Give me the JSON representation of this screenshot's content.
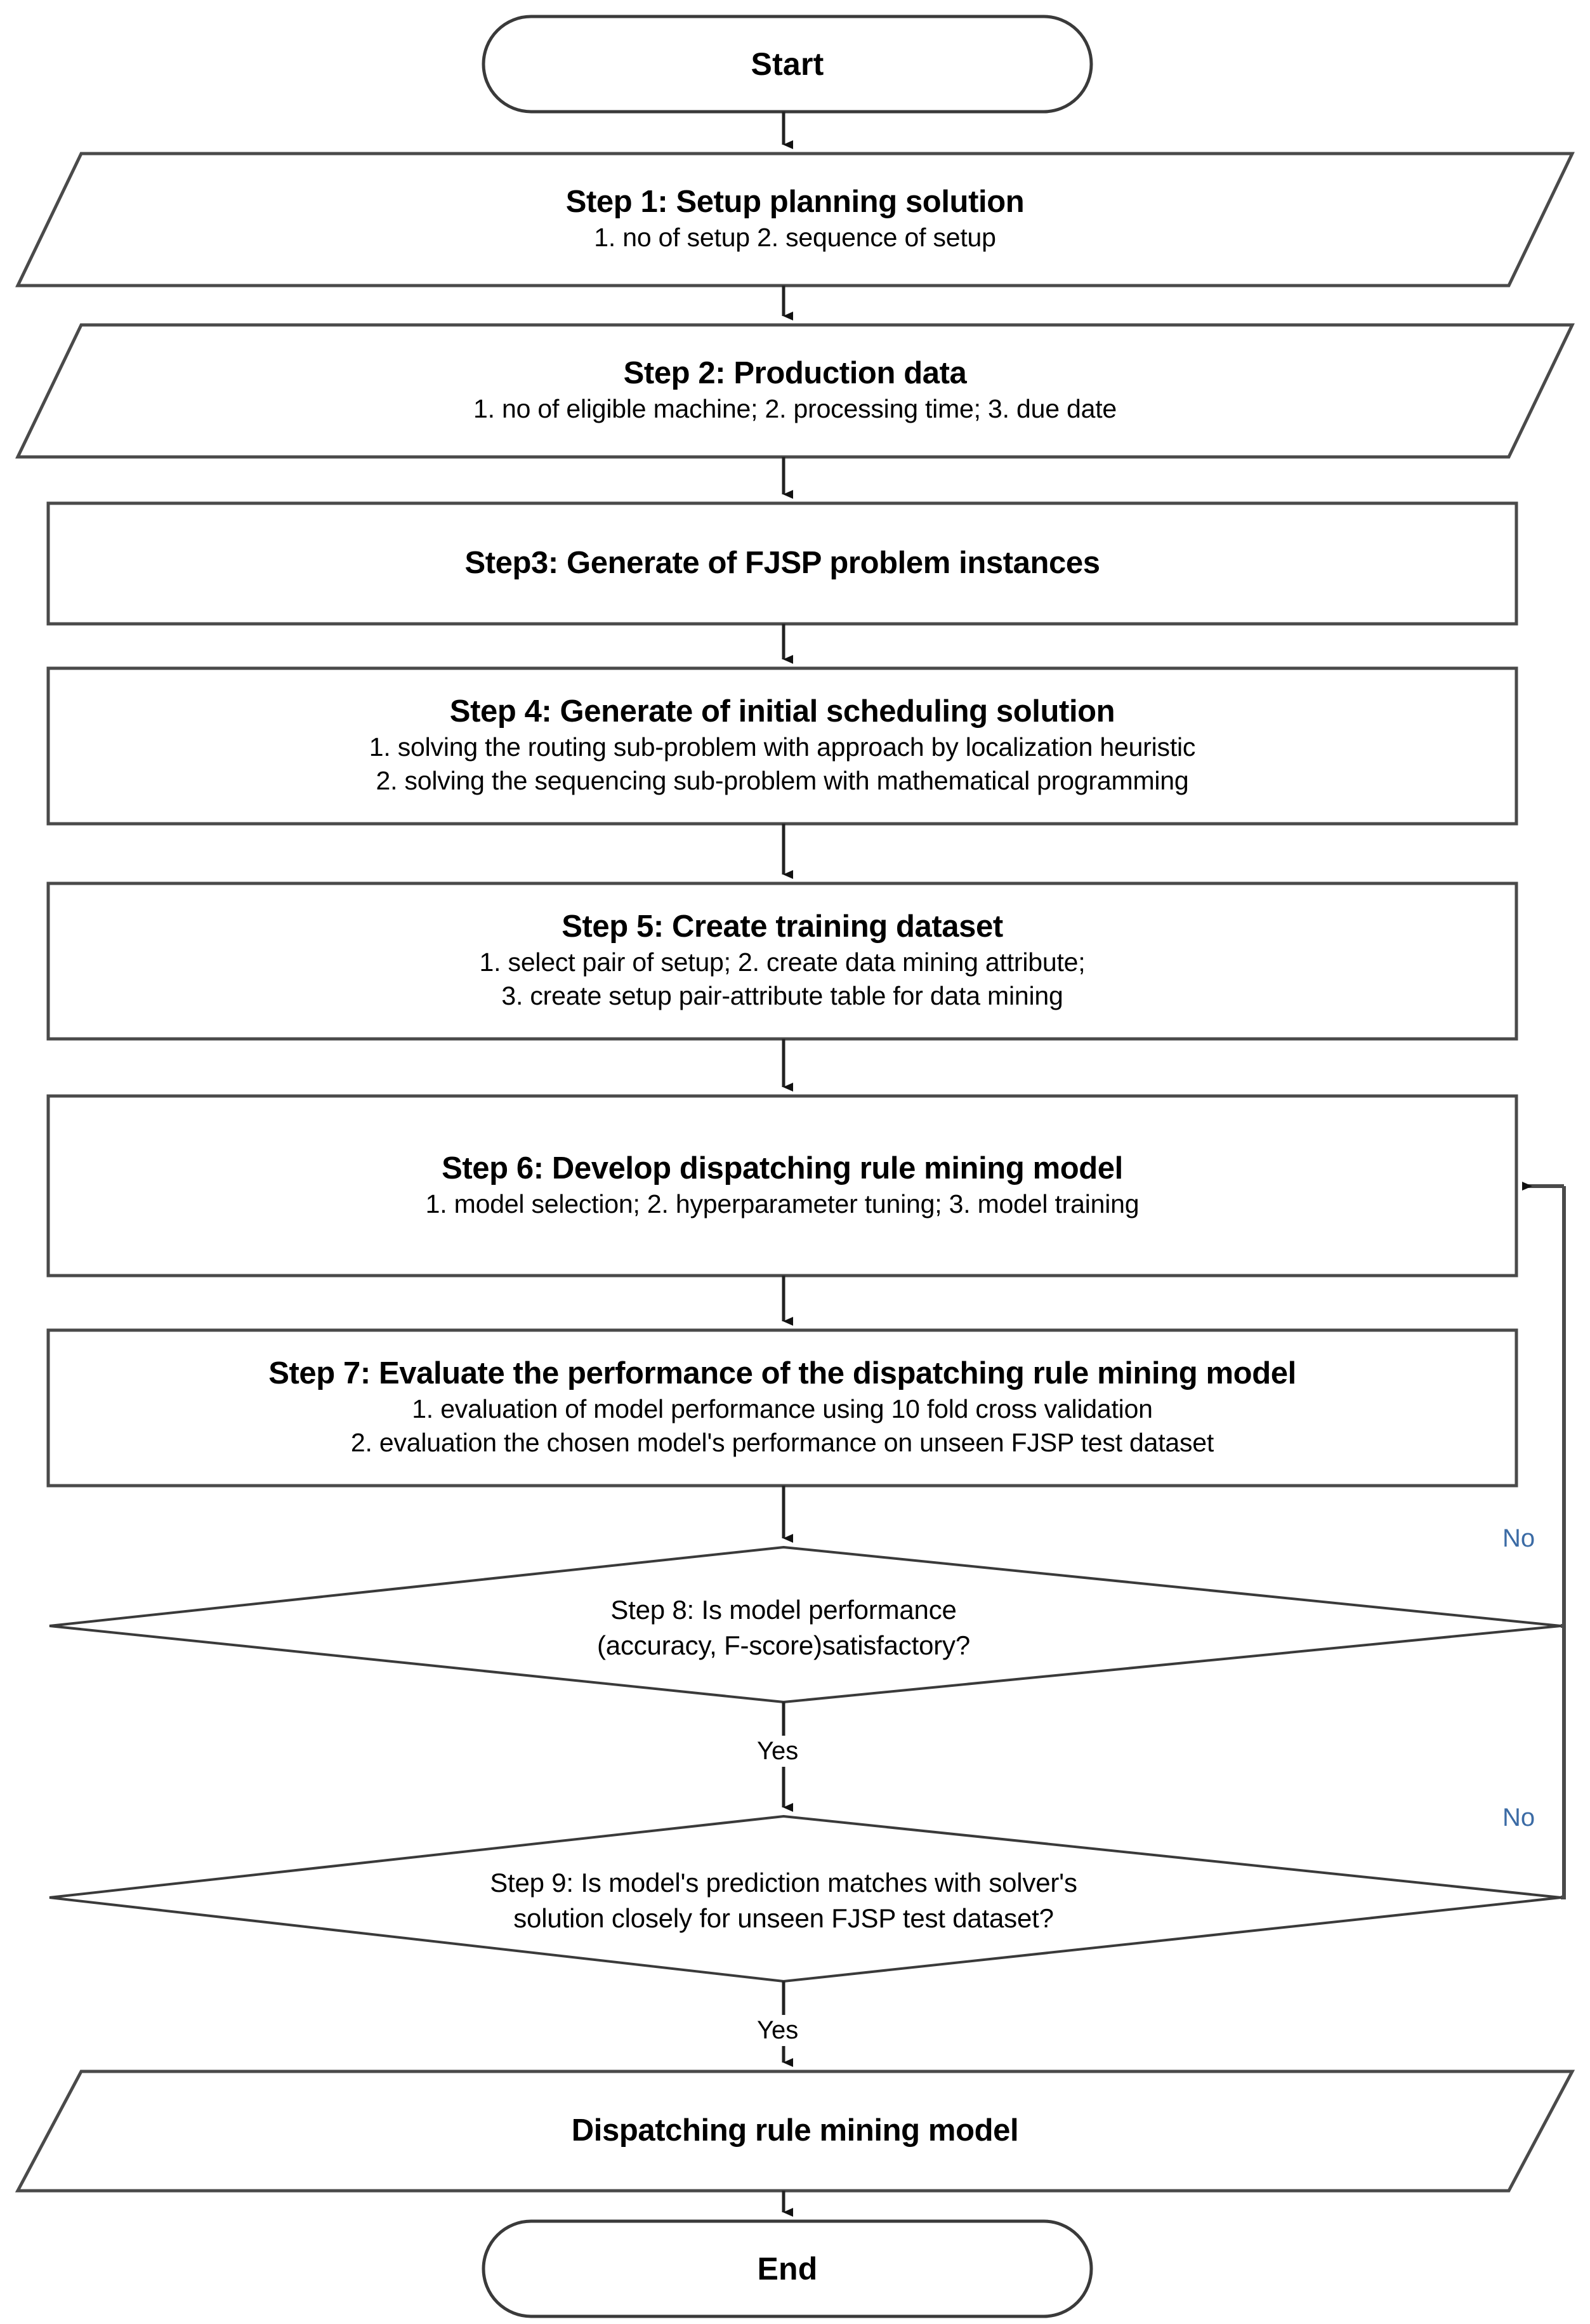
{
  "diagram": {
    "title": "Dispatching rule mining model development flowchart",
    "accent_no_color": "#3B6BA5",
    "line_color": "#404040",
    "text_color": "#000000",
    "nodes": {
      "start": {
        "label": "Start",
        "shape": "terminator"
      },
      "step1": {
        "shape": "parallelogram",
        "title": "Step 1: Setup planning solution",
        "lines": [
          "1. no of setup  2. sequence of setup"
        ]
      },
      "step2": {
        "shape": "parallelogram",
        "title": "Step 2: Production data",
        "lines": [
          "1. no of eligible machine; 2. processing time; 3. due date"
        ]
      },
      "step3": {
        "shape": "process",
        "title": "Step3: Generate of FJSP problem instances",
        "lines": []
      },
      "step4": {
        "shape": "process",
        "title": "Step 4: Generate of initial scheduling solution",
        "lines": [
          "1. solving the routing sub-problem with approach by localization heuristic",
          "2. solving the sequencing sub-problem with mathematical programming"
        ]
      },
      "step5": {
        "shape": "process",
        "title": "Step 5: Create training dataset",
        "lines": [
          "1. select pair of setup; 2. create data mining attribute;",
          "3. create setup pair-attribute table for data mining"
        ]
      },
      "step6": {
        "shape": "process",
        "title": "Step 6: Develop dispatching rule mining model",
        "lines": [
          "1. model selection; 2. hyperparameter tuning; 3. model training"
        ]
      },
      "step7": {
        "shape": "process",
        "title": "Step 7: Evaluate the performance of the dispatching rule mining model",
        "lines": [
          "1. evaluation of model performance using 10 fold cross validation",
          "2. evaluation the chosen model's performance on unseen FJSP test dataset"
        ]
      },
      "step8": {
        "shape": "decision",
        "lines": [
          "Step 8: Is model performance",
          "(accuracy, F-score)satisfactory?"
        ]
      },
      "step9": {
        "shape": "decision",
        "lines": [
          "Step 9: Is model's prediction matches with solver's",
          "solution closely for unseen FJSP test dataset?"
        ]
      },
      "output": {
        "shape": "parallelogram",
        "title": "Dispatching rule mining model",
        "lines": []
      },
      "end": {
        "label": "End",
        "shape": "terminator"
      }
    },
    "edge_labels": {
      "step8_no": "No",
      "step8_yes": "Yes",
      "step9_no": "No",
      "step9_yes": "Yes"
    }
  }
}
